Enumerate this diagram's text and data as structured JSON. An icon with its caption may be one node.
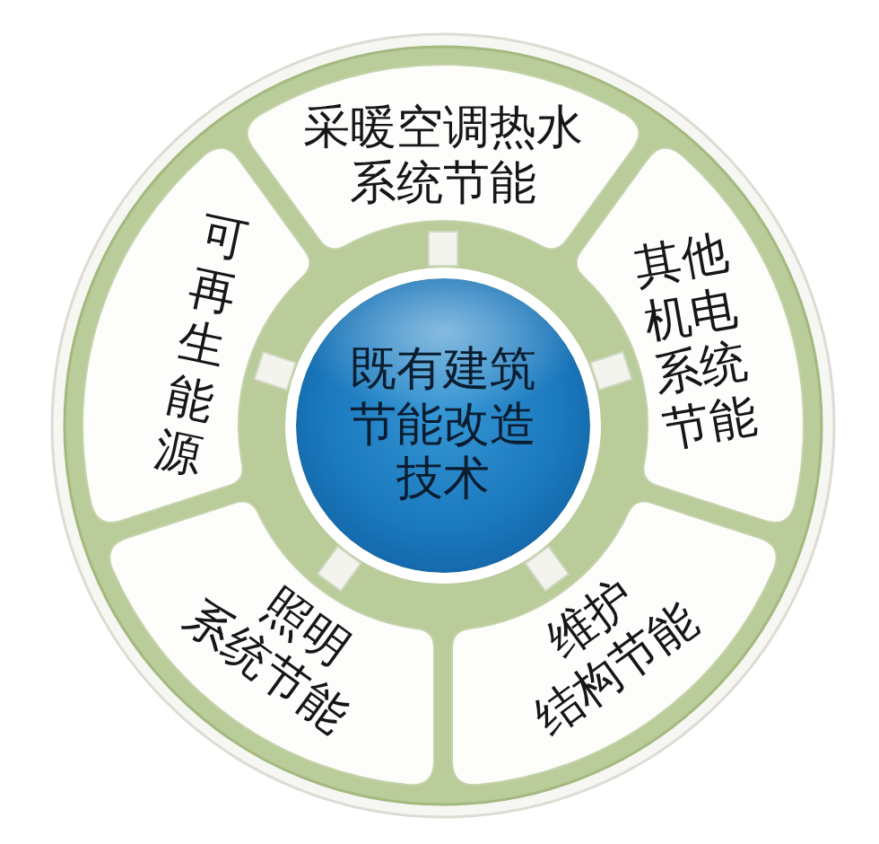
{
  "diagram": {
    "nodes": [
      {
        "text": [
          "既有建筑节能改造技术"
        ]
      },
      {
        "text": [
          "采暖空调热水系统节能"
        ]
      },
      {
        "text": [
          "其他机电系统节能"
        ]
      },
      {
        "text": [
          "维护结构节能"
        ]
      },
      {
        "text": [
          "照明系统节能"
        ]
      },
      {
        "text": [
          "可再生能源"
        ]
      }
    ]
  }
}
